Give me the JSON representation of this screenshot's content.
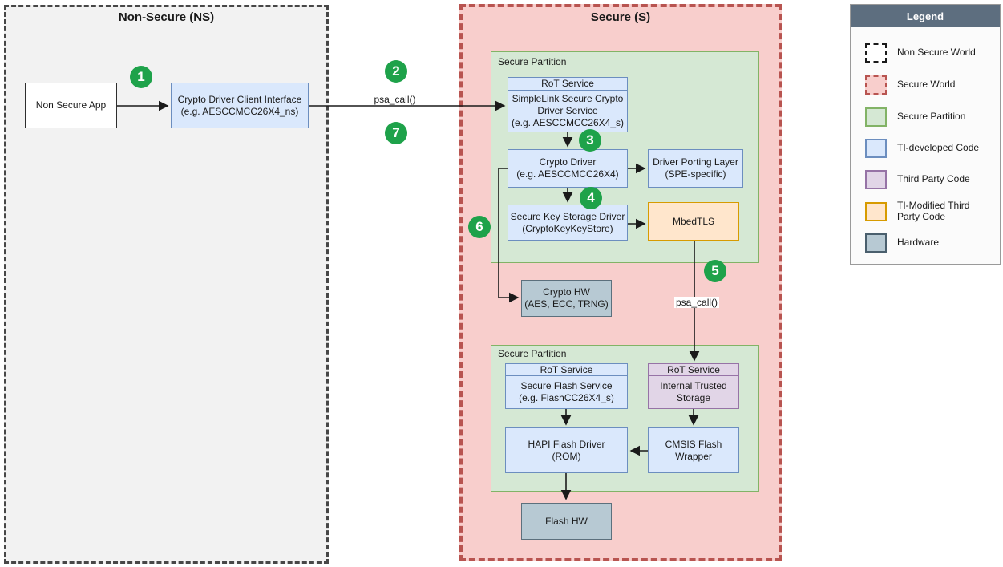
{
  "ns": {
    "title": "Non-Secure (NS)",
    "app": "Non Secure App",
    "client": "Crypto Driver Client Interface\n(e.g. AESCCMCC26X4_ns)"
  },
  "s": {
    "title": "Secure (S)",
    "sp1": {
      "label": "Secure Partition",
      "rot": "RoT Service",
      "simplelink": "SimpleLink Secure Crypto\nDriver Service\n(e.g. AESCCMCC26X4_s)",
      "crypto_driver": "Crypto Driver\n(e.g. AESCCMCC26X4)",
      "driver_porting": "Driver Porting Layer\n(SPE-specific)",
      "key_storage": "Secure Key Storage Driver\n(CryptoKeyKeyStore)",
      "mbedtls": "MbedTLS"
    },
    "crypto_hw": "Crypto HW\n(AES, ECC, TRNG)",
    "sp2": {
      "label": "Secure Partition",
      "rot_flash": "RoT Service",
      "secure_flash": "Secure Flash Service\n(e.g. FlashCC26X4_s)",
      "rot_its": "RoT Service",
      "its": "Internal Trusted\nStorage",
      "hapi": "HAPI Flash Driver\n(ROM)",
      "cmsis": "CMSIS Flash\nWrapper"
    },
    "flash_hw": "Flash HW"
  },
  "labels": {
    "psa_call_top": "psa_call()",
    "psa_call_bottom": "psa_call()"
  },
  "steps": [
    "1",
    "2",
    "3",
    "4",
    "5",
    "6",
    "7"
  ],
  "legend": {
    "title": "Legend",
    "items": [
      {
        "label": "Non Secure World"
      },
      {
        "label": "Secure World"
      },
      {
        "label": "Secure Partition"
      },
      {
        "label": "TI-developed Code"
      },
      {
        "label": "Third Party Code"
      },
      {
        "label": "TI-Modified Third\nParty Code"
      },
      {
        "label": "Hardware"
      }
    ]
  },
  "colors": {
    "step_badge": "#1ea24a",
    "non_secure_fill": "#f2f2f2",
    "secure_fill": "#f8cecc",
    "secure_border": "#b85450",
    "partition_fill": "#d5e8d4",
    "partition_border": "#82b366",
    "ti_code_fill": "#dae8fc",
    "ti_code_border": "#6c8ebf",
    "third_party_fill": "#e1d5e7",
    "third_party_border": "#9673a6",
    "ti_modified_fill": "#ffe6cc",
    "ti_modified_border": "#d79b00",
    "hardware_fill": "#b7c9d3",
    "hardware_border": "#5c707d",
    "legend_header_bg": "#5d6e7f"
  }
}
